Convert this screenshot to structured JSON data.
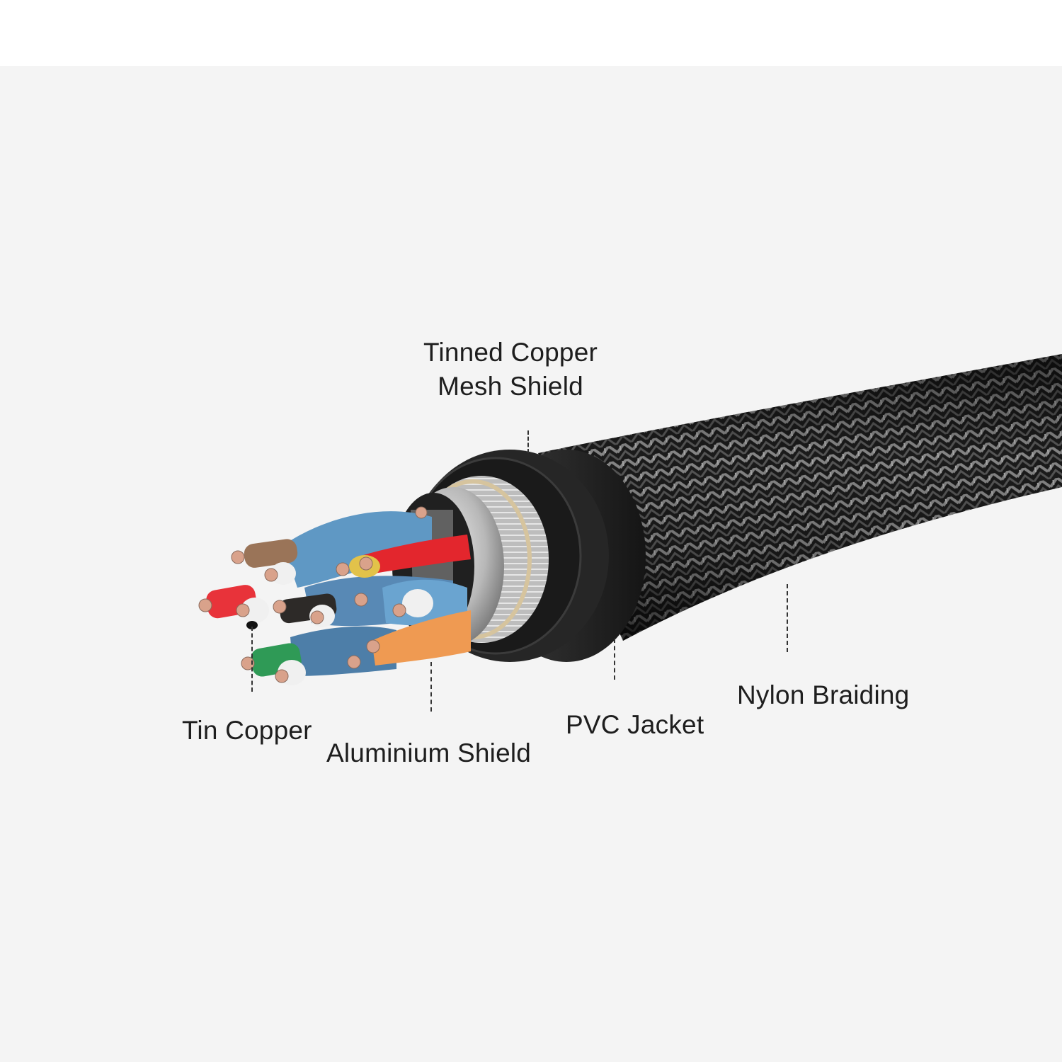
{
  "diagram": {
    "title": "Cable cross-section layers",
    "colors": {
      "background": "#f4f4f4",
      "top_band": "#ffffff",
      "text": "#1e1e1e",
      "braid_dark": "#1a1a1a",
      "braid_light": "#8a8a8a",
      "jacket": "#2a2a2a",
      "aluminium": "#c9c9c9",
      "mesh": "#d8c9a8",
      "foil_blue": "#5f98c4",
      "copper": "#d9a28b"
    },
    "labels": {
      "tinned_copper_mesh_shield_line1": "Tinned Copper",
      "tinned_copper_mesh_shield_line2": "Mesh Shield",
      "tin_copper": "Tin Copper",
      "aluminium_shield": "Aluminium Shield",
      "pvc_jacket": "PVC Jacket",
      "nylon_braiding": "Nylon Braiding"
    },
    "wires": [
      {
        "color": "brown",
        "hex": "#9a7458"
      },
      {
        "color": "red",
        "hex": "#e3262d"
      },
      {
        "color": "red",
        "hex": "#e8333a"
      },
      {
        "color": "yellow",
        "hex": "#e2c24a"
      },
      {
        "color": "black",
        "hex": "#2d2a28"
      },
      {
        "color": "green",
        "hex": "#2f9a56"
      },
      {
        "color": "orange",
        "hex": "#ef9a52"
      },
      {
        "color": "blue",
        "hex": "#4f86b8"
      }
    ]
  }
}
